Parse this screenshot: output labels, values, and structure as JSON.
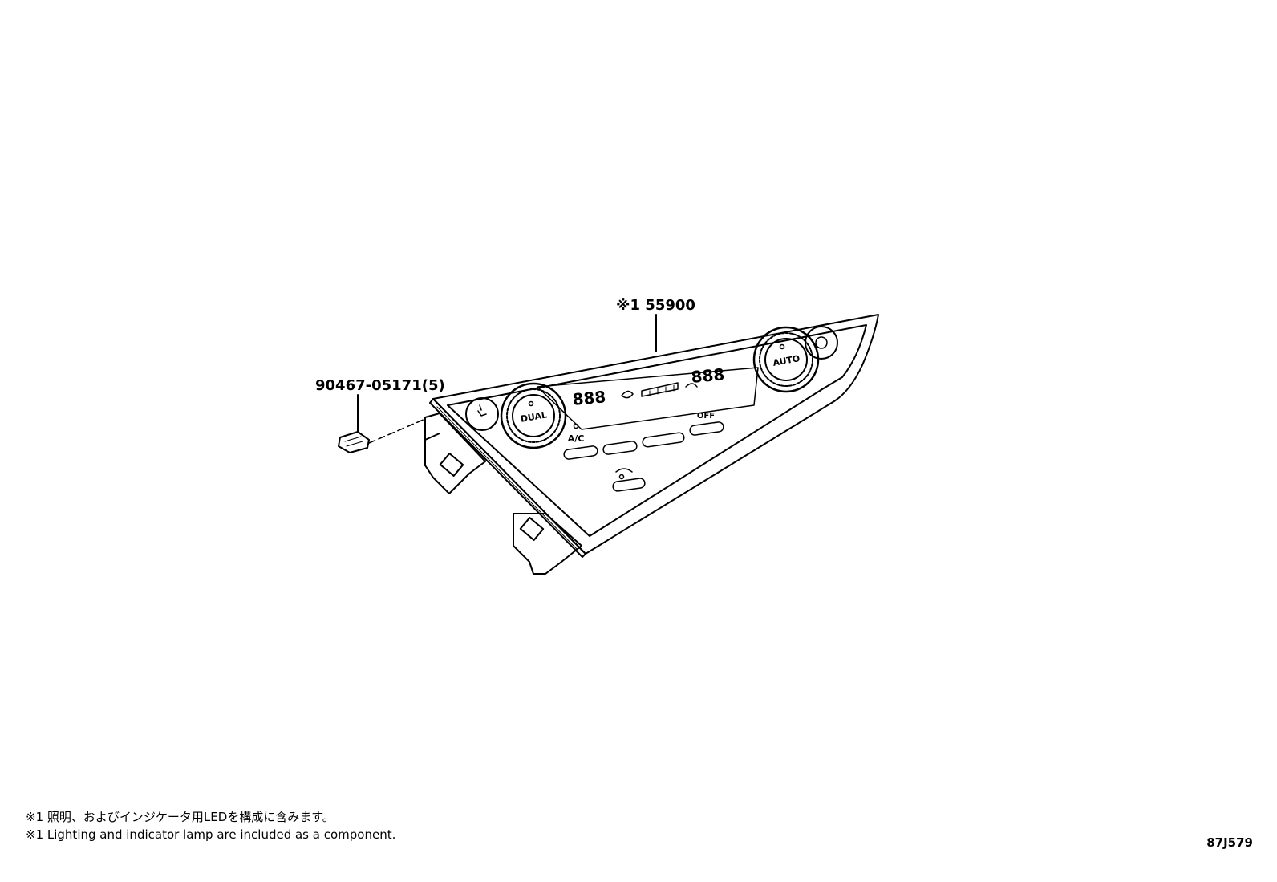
{
  "callouts": {
    "main_part": "※1 55900",
    "clip_part": "90467-05171(5)"
  },
  "panel": {
    "dual_knob": "DUAL",
    "auto_knob": "AUTO",
    "ac_button": "A/C",
    "off_button": "OFF",
    "display_left": "888",
    "display_right": "888"
  },
  "notes": {
    "japanese": "※1 照明、およびインジケータ用LEDを構成に含みます。",
    "english": "※1 Lighting and indicator lamp are included as a component."
  },
  "illustration_code": "87J579",
  "icons": [
    "seat-heater-icon",
    "steering-heater-icon",
    "fan-icon",
    "recirculation-icon",
    "defroster-icon"
  ]
}
